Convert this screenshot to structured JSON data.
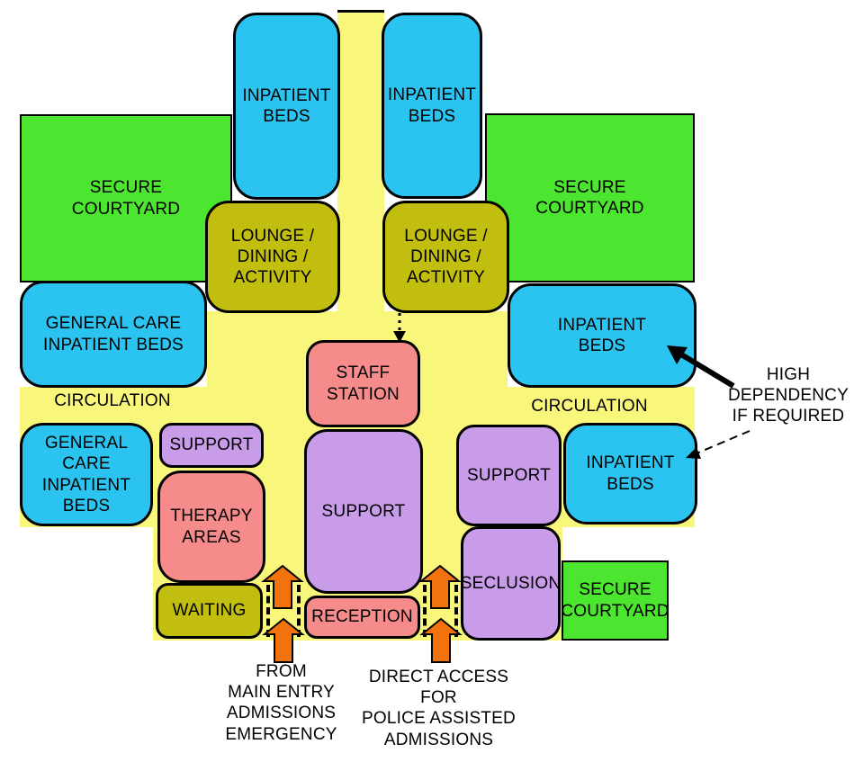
{
  "diagram": {
    "type": "facility-bubble-diagram",
    "description_visible": false
  },
  "palette": {
    "circulation_yellow": "#F9F67C",
    "courtyard_green": "#4CE52F",
    "inpatient_cyan": "#2BC4F0",
    "lounge_olive": "#C2BE10",
    "staff_pink": "#F68B8B",
    "support_purple": "#C99CEA",
    "arrow_orange": "#F2720D",
    "outline_black": "#000000",
    "background_white": "#FFFFFF"
  },
  "labels": {
    "inpatient_beds": "INPATIENT\nBEDS",
    "secure_courtyard": "SECURE\nCOURTYARD",
    "lounge_dining_activity": "LOUNGE /\nDINING /\nACTIVITY",
    "general_care_inpatient_beds": "GENERAL CARE\nINPATIENT BEDS",
    "general_care_inpatient_beds_stacked": "GENERAL\nCARE\nINPATIENT\nBEDS",
    "circulation": "CIRCULATION",
    "staff_station": "STAFF\nSTATION",
    "support": "SUPPORT",
    "therapy_areas": "THERAPY\nAREAS",
    "waiting": "WAITING",
    "reception": "RECEPTION",
    "seclusion": "SECLUSION"
  },
  "annotations": {
    "high_dependency": "HIGH\nDEPENDENCY\nIF REQUIRED",
    "main_entry": "FROM\nMAIN ENTRY\nADMISSIONS\nEMERGENCY",
    "police_admissions": "DIRECT ACCESS\nFOR\nPOLICE ASSISTED\nADMISSIONS"
  }
}
